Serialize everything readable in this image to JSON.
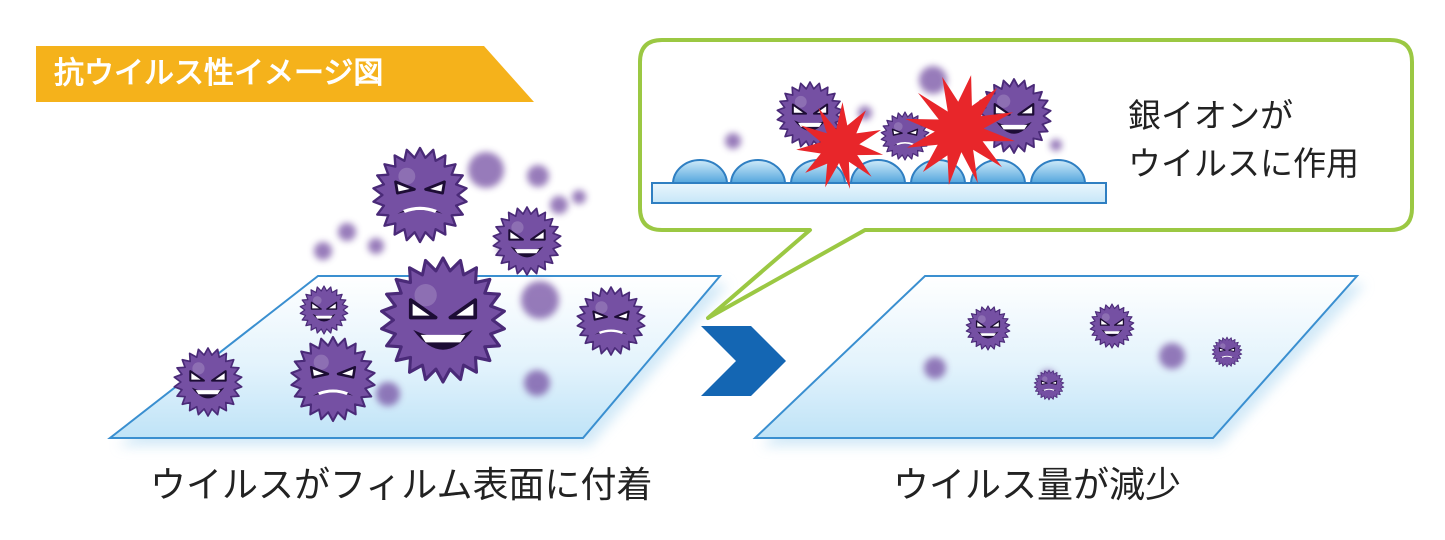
{
  "title": "抗ウイルス性イメージ図",
  "captions": {
    "left": "ウイルスがフィルム表面に付着",
    "right": "ウイルス量が減少"
  },
  "callout": {
    "line1": "銀イオンが",
    "line2": "ウイルスに作用"
  },
  "colors": {
    "banner": "#f5b21b",
    "virus": "#7550a3",
    "virus_outline": "#4a2a78",
    "film_edge": "#3a8fd0",
    "film_fill": "#e6f4fc",
    "callout_border": "#9bc843",
    "arrow": "#1466b3",
    "burst": "#e8262a",
    "bead": "#4fa3dc"
  },
  "icons": {
    "virus": "virus-icon",
    "burst": "burst-icon",
    "arrow": "chevron-right-icon"
  }
}
